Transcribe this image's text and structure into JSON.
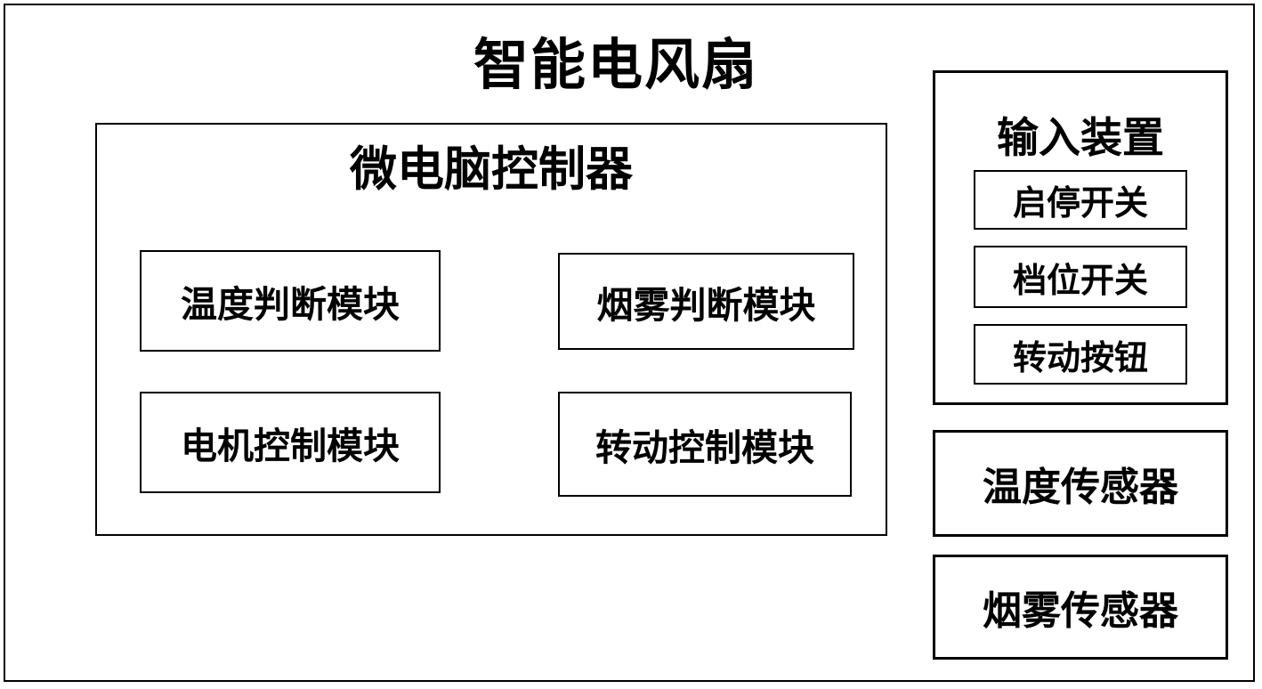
{
  "diagram": {
    "title": "智能电风扇",
    "controller": {
      "label": "微电脑控制器",
      "modules": [
        {
          "label": "温度判断模块"
        },
        {
          "label": "烟雾判断模块"
        },
        {
          "label": "电机控制模块"
        },
        {
          "label": "转动控制模块"
        }
      ]
    },
    "input_device": {
      "label": "输入装置",
      "controls": [
        {
          "label": "启停开关"
        },
        {
          "label": "档位开关"
        },
        {
          "label": "转动按钮"
        }
      ]
    },
    "sensors": [
      {
        "label": "温度传感器"
      },
      {
        "label": "烟雾传感器"
      }
    ],
    "colors": {
      "line": "#000000",
      "background": "#ffffff"
    }
  }
}
